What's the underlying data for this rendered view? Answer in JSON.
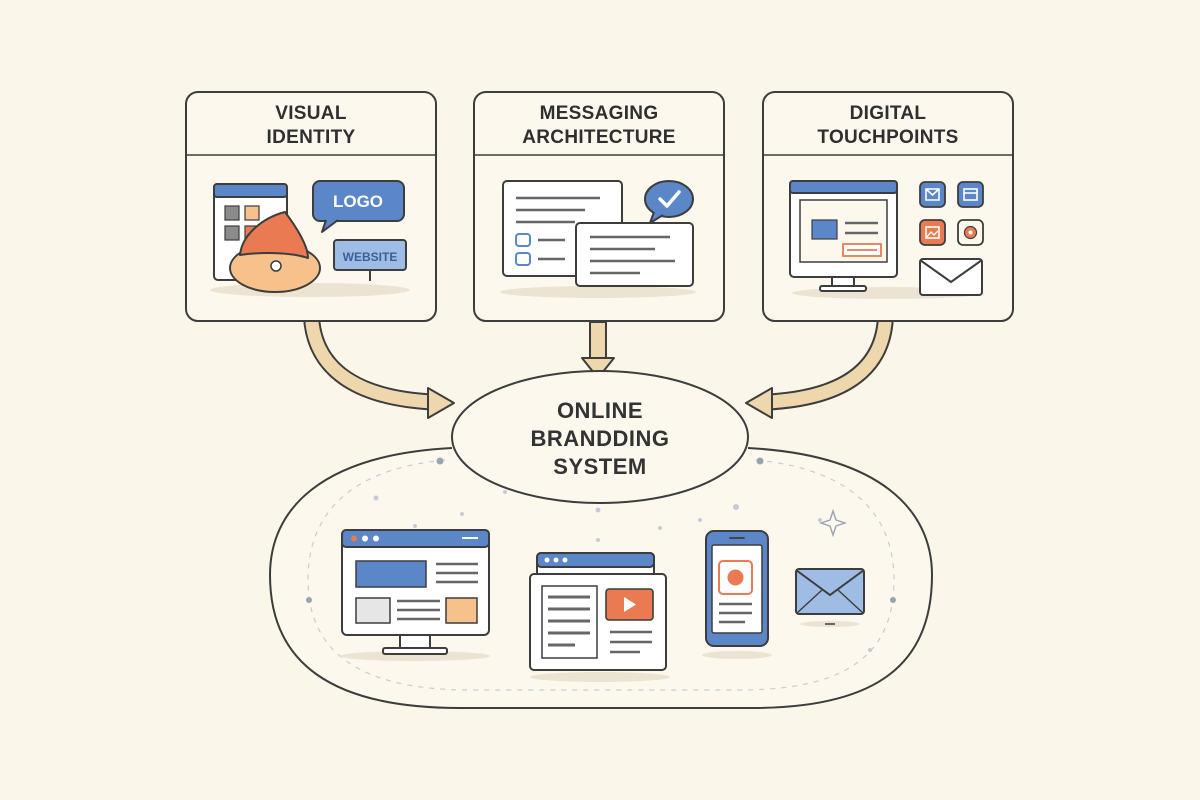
{
  "cards": [
    {
      "id": "visual-identity",
      "title_line1": "VISUAL",
      "title_line2": "IDENTITY",
      "badge_label": "LOGO",
      "sign_label": "WEBSITE"
    },
    {
      "id": "messaging-architecture",
      "title_line1": "MESSAGING",
      "title_line2": "ARCHITECTURE"
    },
    {
      "id": "digital-touchpoints",
      "title_line1": "DIGITAL",
      "title_line2": "TOUCHPOINTS"
    }
  ],
  "hub": {
    "line1": "ONLINE",
    "line2": "BRANDDING",
    "line3": "SYSTEM"
  },
  "colors": {
    "background": "#fbf6ea",
    "outline": "#3d3d3d",
    "blue": "#5b86c7",
    "orange": "#ea7a52",
    "peach": "#f6c18a",
    "arrow": "#eed7ad"
  },
  "channels": [
    "desktop-website-icon",
    "video-platform-icon",
    "mobile-app-icon",
    "email-icon"
  ]
}
